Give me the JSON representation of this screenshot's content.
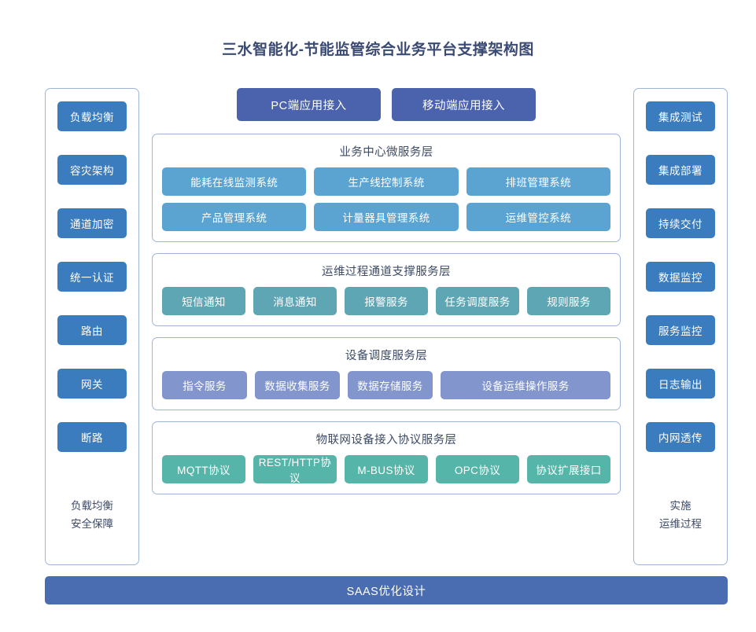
{
  "title": "三水智能化-节能监管综合业务平台支撑架构图",
  "colors": {
    "title": "#3b4a73",
    "panel_border": "#9fb6d9",
    "side_button": "#3a7cbd",
    "access_button": "#4a63ac",
    "business_chip": "#5ba4d2",
    "ops_chip": "#5fa6b4",
    "device_chip": "#8295cc",
    "protocol_chip": "#55b5a9",
    "bottom_bar": "#4a6cb0"
  },
  "left_rail": {
    "items": [
      {
        "label": "负载均衡"
      },
      {
        "label": "容灾架构"
      },
      {
        "label": "通道加密"
      },
      {
        "label": "统一认证"
      },
      {
        "label": "路由"
      },
      {
        "label": "网关"
      },
      {
        "label": "断路"
      }
    ],
    "footer_line1": "负载均衡",
    "footer_line2": "安全保障"
  },
  "right_rail": {
    "items": [
      {
        "label": "集成测试"
      },
      {
        "label": "集成部署"
      },
      {
        "label": "持续交付"
      },
      {
        "label": "数据监控"
      },
      {
        "label": "服务监控"
      },
      {
        "label": "日志输出"
      },
      {
        "label": "内网透传"
      }
    ],
    "footer_line1": "实施",
    "footer_line2": "运维过程"
  },
  "access_buttons": [
    {
      "label": "PC端应用接入"
    },
    {
      "label": "移动端应用接入"
    }
  ],
  "layers": [
    {
      "title": "业务中心微服务层",
      "rows": [
        [
          {
            "label": "能耗在线监测系统"
          },
          {
            "label": "生产线控制系统"
          },
          {
            "label": "排班管理系统"
          }
        ],
        [
          {
            "label": "产品管理系统"
          },
          {
            "label": "计量器具管理系统"
          },
          {
            "label": "运维管控系统"
          }
        ]
      ]
    },
    {
      "title": "运维过程通道支撑服务层",
      "rows": [
        [
          {
            "label": "短信通知"
          },
          {
            "label": "消息通知"
          },
          {
            "label": "报警服务"
          },
          {
            "label": "任务调度服务"
          },
          {
            "label": "规则服务"
          }
        ]
      ]
    },
    {
      "title": "设备调度服务层",
      "rows": [
        [
          {
            "label": "指令服务"
          },
          {
            "label": "数据收集服务"
          },
          {
            "label": "数据存储服务"
          },
          {
            "label": "设备运维操作服务",
            "wide": true
          }
        ]
      ]
    },
    {
      "title": "物联网设备接入协议服务层",
      "rows": [
        [
          {
            "label": "MQTT协议"
          },
          {
            "label": "REST/HTTP协议"
          },
          {
            "label": "M-BUS协议"
          },
          {
            "label": "OPC协议"
          },
          {
            "label": "协议扩展接口"
          }
        ]
      ]
    }
  ],
  "bottom_bar": {
    "label": "SAAS优化设计"
  }
}
